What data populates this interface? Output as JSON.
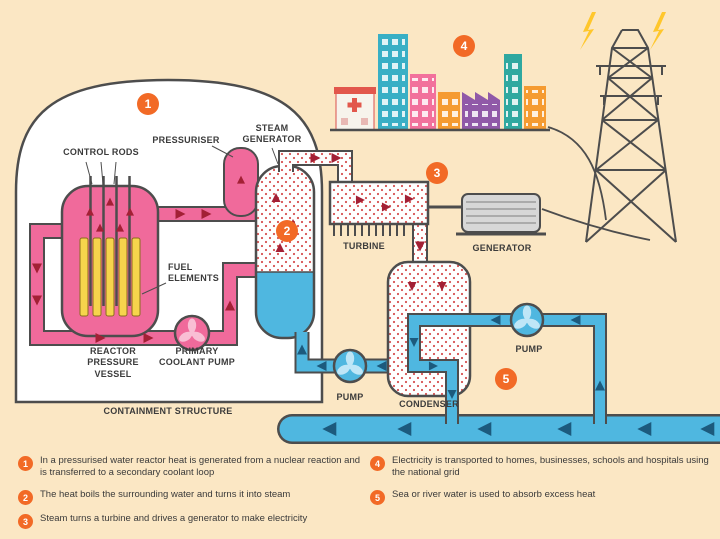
{
  "colors": {
    "background": "#fbe7c4",
    "primary_pink": "#f06a9b",
    "secondary_blue": "#4fb7e0",
    "badge_orange": "#f26a26",
    "steam_dot_red": "#d65151",
    "fuel_yellow": "#f6d44c",
    "lightning_yellow": "#ffc72c"
  },
  "diagram": {
    "steps": [
      "1",
      "2",
      "3",
      "4",
      "5"
    ],
    "labels": {
      "control_rods": "CONTROL RODS",
      "pressuriser": "PRESSURISER",
      "steam_generator": "STEAM GENERATOR",
      "fuel_elements": "FUEL ELEMENTS",
      "reactor_pressure_vessel": "REACTOR PRESSURE VESSEL",
      "primary_coolant_pump": "PRIMARY COOLANT PUMP",
      "containment_structure": "CONTAINMENT STRUCTURE",
      "turbine": "TURBINE",
      "generator": "GENERATOR",
      "pump_feedwater": "PUMP",
      "condenser": "CONDENSER",
      "pump_cooling": "PUMP"
    }
  },
  "legend": {
    "items": [
      {
        "number": "1",
        "text": "In a pressurised water reactor heat is generated from a nuclear reaction and is transferred to a secondary coolant loop"
      },
      {
        "number": "2",
        "text": "The heat boils the surrounding water and turns it into steam"
      },
      {
        "number": "3",
        "text": "Steam turns a turbine and drives a generator to make electricity"
      },
      {
        "number": "4",
        "text": "Electricity is transported to homes, businesses, schools and hospitals using the national grid"
      },
      {
        "number": "5",
        "text": "Sea or river water is used to absorb excess heat"
      }
    ]
  }
}
